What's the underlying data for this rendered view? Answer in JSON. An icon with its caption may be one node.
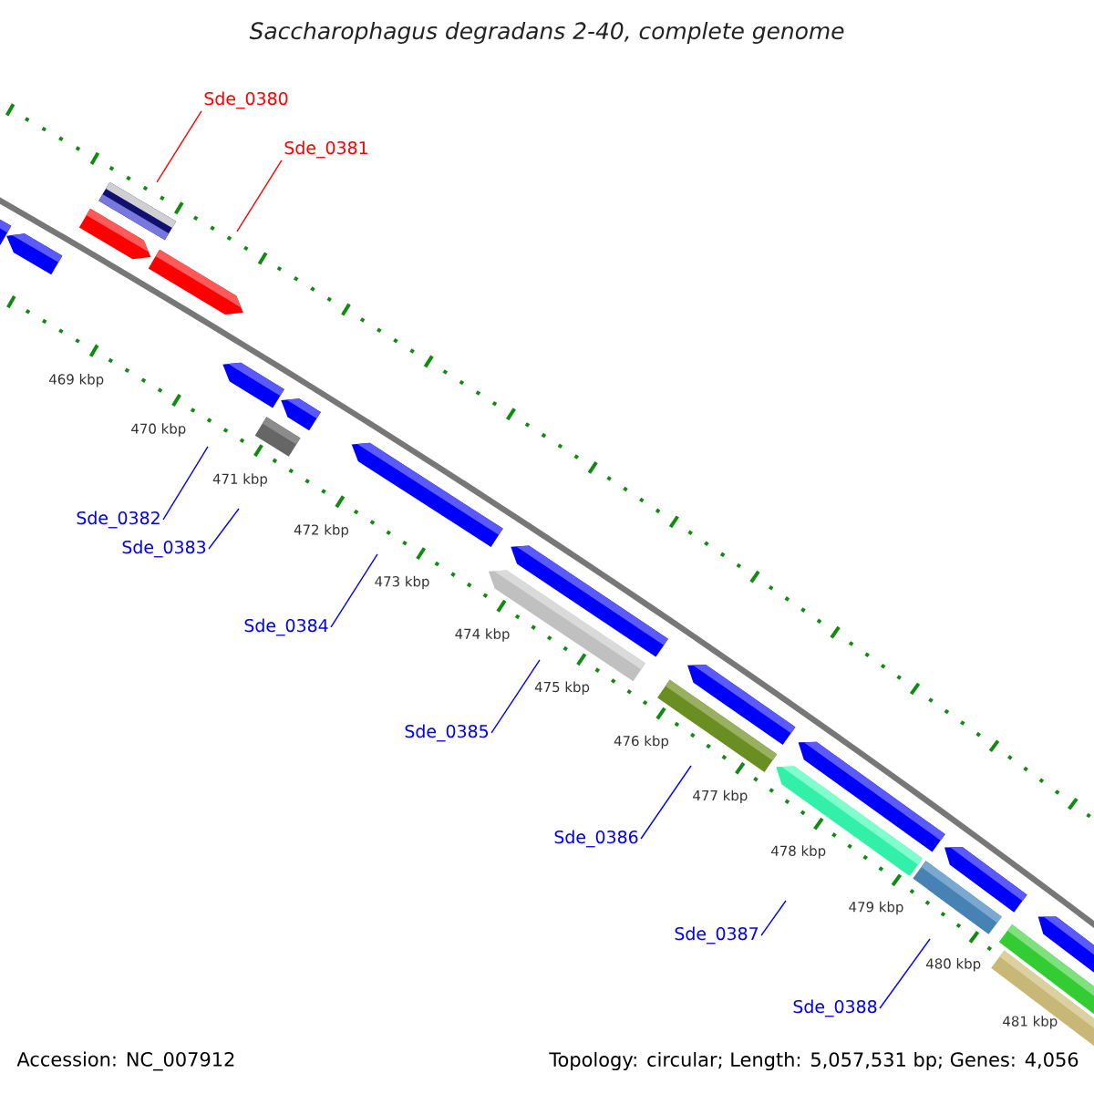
{
  "diagram": {
    "title": "Saccharophagus degradans 2-40, complete genome",
    "nodes": [
      {
        "text": [
          "Sde_0380"
        ]
      },
      {
        "text": [
          "Sde_0381"
        ]
      },
      {
        "text": [
          "Sde_0382"
        ]
      },
      {
        "text": [
          "Sde_0383"
        ]
      },
      {
        "text": [
          "Sde_0384"
        ]
      },
      {
        "text": [
          "Sde_0385"
        ]
      },
      {
        "text": [
          "Sde_0386"
        ]
      },
      {
        "text": [
          "Sde_0387"
        ]
      },
      {
        "text": [
          "Sde_0388"
        ]
      }
    ],
    "edges": [
      {
        "from": 0,
        "to": null,
        "arrow": "none",
        "color": "#ff0000"
      },
      {
        "from": 1,
        "to": null,
        "arrow": "none",
        "color": "#ff0000"
      },
      {
        "from": 2,
        "to": null,
        "arrow": "none"
      },
      {
        "from": 3,
        "to": null,
        "arrow": "none"
      },
      {
        "from": 4,
        "to": null,
        "arrow": "none"
      },
      {
        "from": 5,
        "to": null,
        "arrow": "none"
      },
      {
        "from": 6,
        "to": null,
        "arrow": "none"
      },
      {
        "from": 7,
        "to": null,
        "arrow": "none"
      },
      {
        "from": 8,
        "to": null,
        "arrow": "none"
      }
    ],
    "labels": [
      "469 kbp",
      "470 kbp",
      "471 kbp",
      "472 kbp",
      "473 kbp",
      "474 kbp",
      "475 kbp",
      "476 kbp",
      "477 kbp",
      "478 kbp",
      "479 kbp",
      "480 kbp",
      "481 kbp",
      "Accession: NC_007912",
      "Topology: circular; Length: 5,057,531 bp; Genes: 4,056"
    ]
  }
}
